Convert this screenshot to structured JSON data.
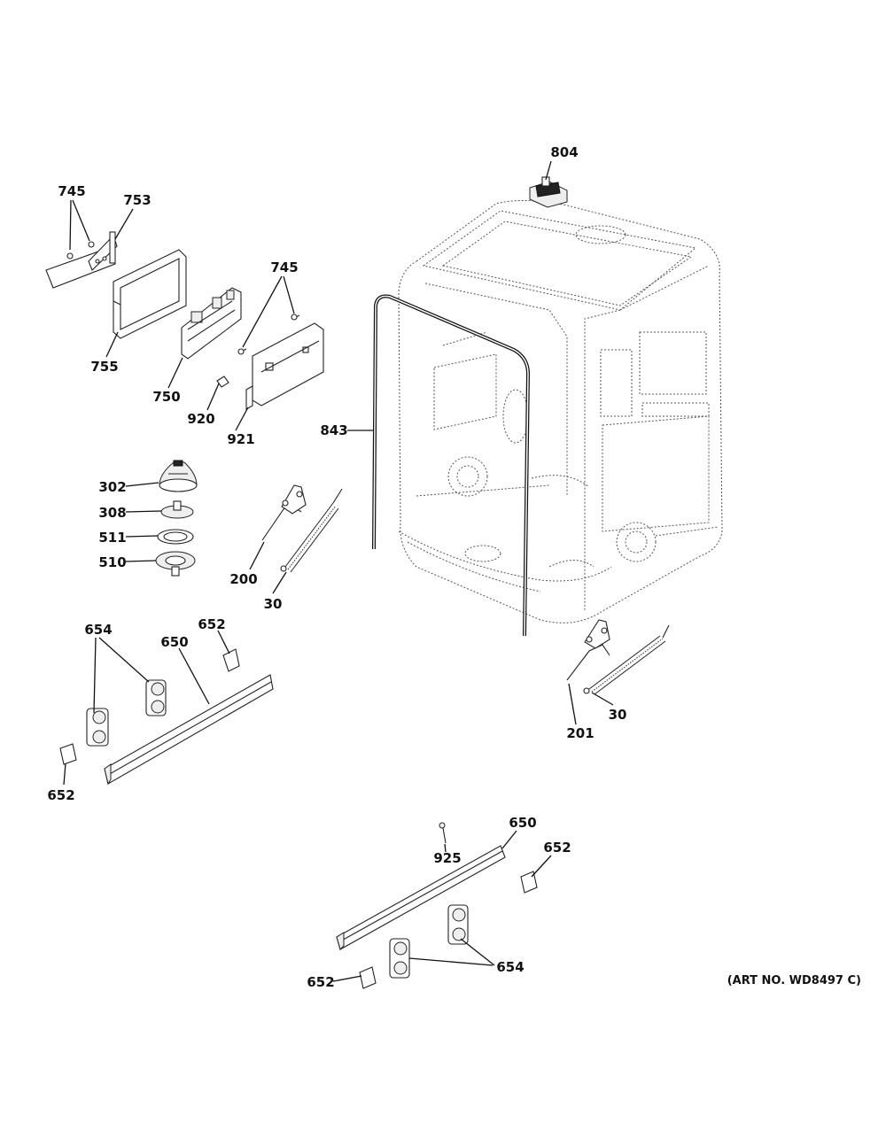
{
  "art_number": "(ART NO. WD8497 C)",
  "callouts": {
    "c804": "804",
    "c745a": "745",
    "c753": "753",
    "c745b": "745",
    "c755": "755",
    "c750": "750",
    "c920": "920",
    "c921": "921",
    "c843": "843",
    "c302": "302",
    "c308": "308",
    "c511": "511",
    "c510": "510",
    "c200": "200",
    "c30a": "30",
    "c201": "201",
    "c30b": "30",
    "c654a": "654",
    "c652a": "652",
    "c650a": "650",
    "c652b": "652",
    "c925": "925",
    "c650b": "650",
    "c652c": "652",
    "c654b": "654",
    "c652d": "652"
  },
  "icons": {
    "tub": "dishwasher-tub-outline",
    "spring": "coil-spring",
    "rail": "door-rail",
    "roller": "rail-roller",
    "board": "control-board"
  }
}
